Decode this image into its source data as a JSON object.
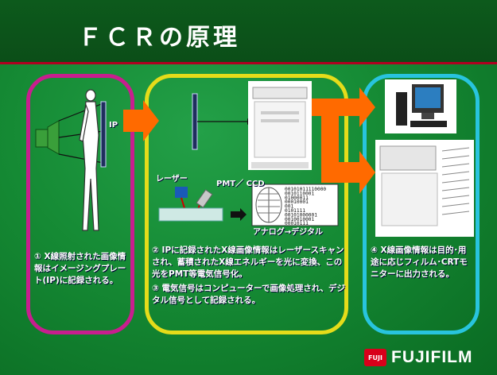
{
  "title": "ＦＣＲの原理",
  "labels": {
    "ip": "IP",
    "laser": "レーザー",
    "pmt_ccd": "PMT／ CCD",
    "analog_digital": "アナログ→デジタル"
  },
  "binary_lines": [
    "00101011110000",
    "0010110001",
    "01000011",
    "00010001",
    "001",
    "0101111",
    "00101000001",
    "0010010001",
    "00010111"
  ],
  "steps": [
    {
      "text": "① X線照射された画像情報はイメージングプレート(IP)に記録される。"
    },
    {
      "text": "② IPに記録されたX線画像情報はレーザースキャンされ、蓄積されたX線エネルギーを光に変換、この光をPMT等電気信号化。"
    },
    {
      "text": "③ 電気信号はコンピューターで画像処理され、デジタル信号として記録される。"
    },
    {
      "text": "④ X線画像情報は目的･用途に応じフィルム･CRTモニターに出力される。"
    }
  ],
  "logo": {
    "mark": "FUJI",
    "text": "FUJIFILM"
  },
  "colors": {
    "panel1": "#c81e8e",
    "panel2": "#e5dc1a",
    "panel3": "#28c4de",
    "arrow": "#ff6a00",
    "accent_line": "#b00020"
  }
}
